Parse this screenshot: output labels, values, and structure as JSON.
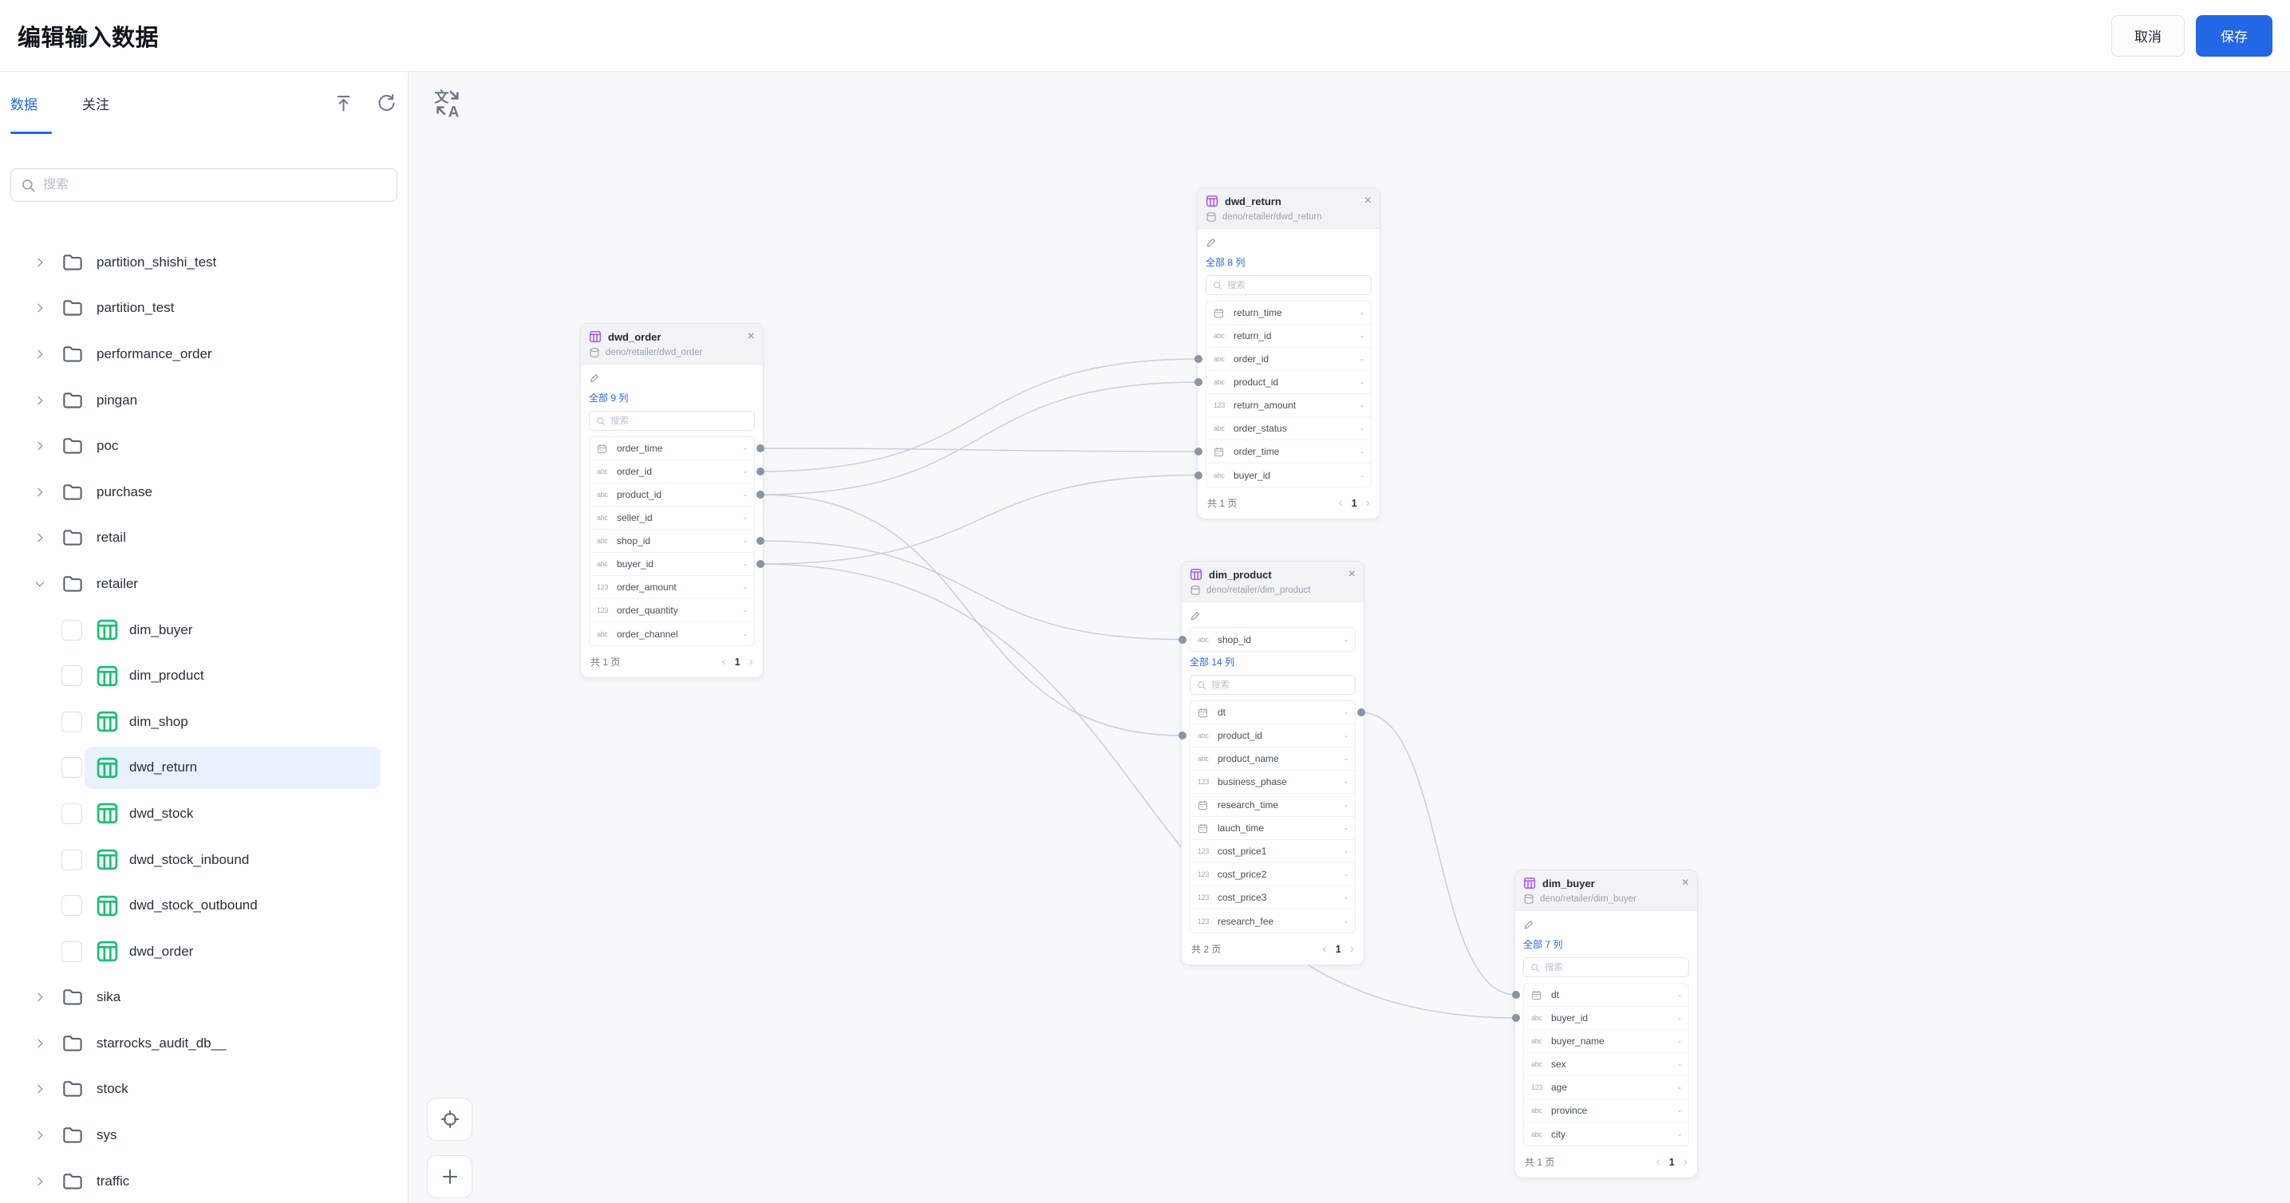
{
  "header": {
    "title": "编辑输入数据",
    "cancel_label": "取消",
    "save_label": "保存"
  },
  "sidebar": {
    "tabs": [
      {
        "label": "数据",
        "active": true
      },
      {
        "label": "关注",
        "active": false
      }
    ],
    "search_placeholder": "搜索",
    "tree": [
      {
        "label": "partition_shishi_test",
        "kind": "folder"
      },
      {
        "label": "partition_test",
        "kind": "folder"
      },
      {
        "label": "performance_order",
        "kind": "folder"
      },
      {
        "label": "pingan",
        "kind": "folder"
      },
      {
        "label": "poc",
        "kind": "folder"
      },
      {
        "label": "purchase",
        "kind": "folder"
      },
      {
        "label": "retail",
        "kind": "folder"
      },
      {
        "label": "retailer",
        "kind": "folder",
        "expanded": true
      },
      {
        "label": "dim_buyer",
        "kind": "table"
      },
      {
        "label": "dim_product",
        "kind": "table"
      },
      {
        "label": "dim_shop",
        "kind": "table"
      },
      {
        "label": "dwd_return",
        "kind": "table",
        "selected": true
      },
      {
        "label": "dwd_stock",
        "kind": "table"
      },
      {
        "label": "dwd_stock_inbound",
        "kind": "table"
      },
      {
        "label": "dwd_stock_outbound",
        "kind": "table"
      },
      {
        "label": "dwd_order",
        "kind": "table"
      },
      {
        "label": "sika",
        "kind": "folder"
      },
      {
        "label": "starrocks_audit_db__",
        "kind": "folder"
      },
      {
        "label": "stock",
        "kind": "folder"
      },
      {
        "label": "sys",
        "kind": "folder"
      },
      {
        "label": "traffic",
        "kind": "folder"
      }
    ]
  },
  "canvas": {
    "dash": "-",
    "search_placeholder": "搜索",
    "nodes": [
      {
        "id": "dwd_order",
        "title": "dwd_order",
        "path": "deno/retailer/dwd_order",
        "all_columns_label": "全部 9 列",
        "pages_label": "共 1 页",
        "page": "1",
        "fields": [
          {
            "name": "order_time",
            "type": "date",
            "glyph": "",
            "port": "right"
          },
          {
            "name": "order_id",
            "type": "text",
            "glyph": "abc",
            "port": "right"
          },
          {
            "name": "product_id",
            "type": "text",
            "glyph": "abc",
            "port": "right"
          },
          {
            "name": "seller_id",
            "type": "text",
            "glyph": "abc",
            "port": null
          },
          {
            "name": "shop_id",
            "type": "text",
            "glyph": "abc",
            "port": "right"
          },
          {
            "name": "buyer_id",
            "type": "text",
            "glyph": "abc",
            "port": "right"
          },
          {
            "name": "order_amount",
            "type": "number",
            "glyph": "123",
            "port": null
          },
          {
            "name": "order_quantity",
            "type": "number",
            "glyph": "123",
            "port": null
          },
          {
            "name": "order_channel",
            "type": "text",
            "glyph": "abc",
            "port": null
          }
        ]
      },
      {
        "id": "dwd_return",
        "title": "dwd_return",
        "path": "deno/retailer/dwd_return",
        "all_columns_label": "全部 8 列",
        "pages_label": "共 1 页",
        "page": "1",
        "fields": [
          {
            "name": "return_time",
            "type": "date",
            "glyph": "",
            "port": null
          },
          {
            "name": "return_id",
            "type": "text",
            "glyph": "abc",
            "port": null
          },
          {
            "name": "order_id",
            "type": "text",
            "glyph": "abc",
            "port": "left"
          },
          {
            "name": "product_id",
            "type": "text",
            "glyph": "abc",
            "port": "left"
          },
          {
            "name": "return_amount",
            "type": "number",
            "glyph": "123",
            "port": null
          },
          {
            "name": "order_status",
            "type": "text",
            "glyph": "abc",
            "port": null
          },
          {
            "name": "order_time",
            "type": "date",
            "glyph": "",
            "port": "left"
          },
          {
            "name": "buyer_id",
            "type": "text",
            "glyph": "abc",
            "port": "left"
          }
        ]
      },
      {
        "id": "dim_product",
        "title": "dim_product",
        "path": "deno/retailer/dim_product",
        "all_columns_label": "全部 14 列",
        "pages_label": "共 2 页",
        "page": "1",
        "pinned": {
          "name": "shop_id",
          "type": "text",
          "glyph": "abc",
          "port": "left"
        },
        "fields": [
          {
            "name": "dt",
            "type": "date",
            "glyph": "",
            "port": "right"
          },
          {
            "name": "product_id",
            "type": "text",
            "glyph": "abc",
            "port": "left"
          },
          {
            "name": "product_name",
            "type": "text",
            "glyph": "abc",
            "port": null
          },
          {
            "name": "business_phase",
            "type": "number",
            "glyph": "123",
            "port": null
          },
          {
            "name": "research_time",
            "type": "date",
            "glyph": "",
            "port": null
          },
          {
            "name": "lauch_time",
            "type": "date",
            "glyph": "",
            "port": null
          },
          {
            "name": "cost_price1",
            "type": "number",
            "glyph": "123",
            "port": null
          },
          {
            "name": "cost_price2",
            "type": "number",
            "glyph": "123",
            "port": null
          },
          {
            "name": "cost_price3",
            "type": "number",
            "glyph": "123",
            "port": null
          },
          {
            "name": "research_fee",
            "type": "number",
            "glyph": "123",
            "port": null
          }
        ]
      },
      {
        "id": "dim_buyer",
        "title": "dim_buyer",
        "path": "deno/retailer/dim_buyer",
        "all_columns_label": "全部 7 列",
        "pages_label": "共 1 页",
        "page": "1",
        "fields": [
          {
            "name": "dt",
            "type": "date",
            "glyph": "",
            "port": "left"
          },
          {
            "name": "buyer_id",
            "type": "text",
            "glyph": "abc",
            "port": "left"
          },
          {
            "name": "buyer_name",
            "type": "text",
            "glyph": "abc",
            "port": null
          },
          {
            "name": "sex",
            "type": "text",
            "glyph": "abc",
            "port": null
          },
          {
            "name": "age",
            "type": "number",
            "glyph": "123",
            "port": null
          },
          {
            "name": "province",
            "type": "text",
            "glyph": "abc",
            "port": null
          },
          {
            "name": "city",
            "type": "text",
            "glyph": "abc",
            "port": null
          }
        ]
      }
    ],
    "connections": [
      {
        "from": "dwd_order.order_time",
        "to": "dwd_return.order_time"
      },
      {
        "from": "dwd_order.order_id",
        "to": "dwd_return.order_id"
      },
      {
        "from": "dwd_order.product_id",
        "to": "dwd_return.product_id"
      },
      {
        "from": "dwd_order.product_id",
        "to": "dim_product.product_id"
      },
      {
        "from": "dwd_order.shop_id",
        "to": "dim_product.shop_id"
      },
      {
        "from": "dwd_order.buyer_id",
        "to": "dwd_return.buyer_id"
      },
      {
        "from": "dwd_order.buyer_id",
        "to": "dim_buyer.buyer_id"
      },
      {
        "from": "dim_product.dt",
        "to": "dim_buyer.dt"
      }
    ]
  },
  "colors": {
    "accent": "#2267e6",
    "edge": "#c9ced6",
    "dot": "#8895a5",
    "table_green": "#1cbf73",
    "table_purple": "#a855f7",
    "canvas_bg": "#f7f8fa",
    "selected_row_bg": "#e8f1fd"
  }
}
